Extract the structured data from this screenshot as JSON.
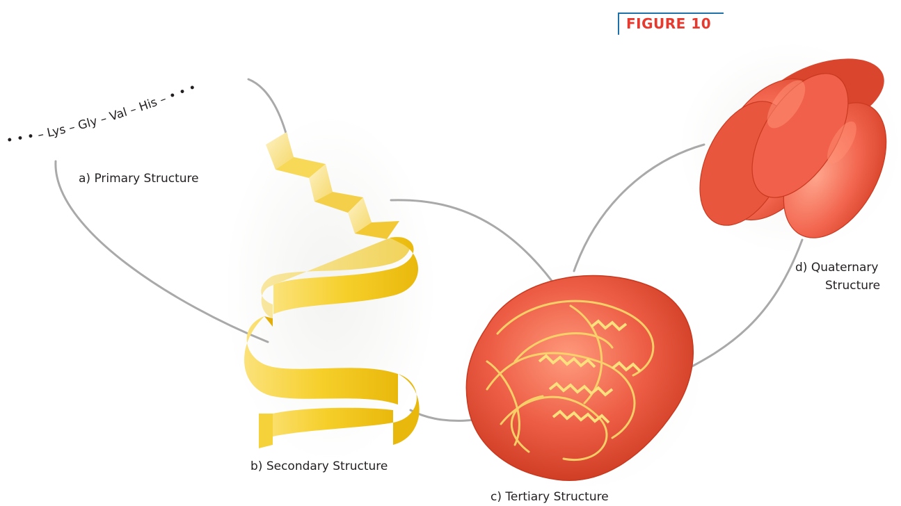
{
  "figure": {
    "label": "FIGURE 10",
    "label_color": "#e8392e",
    "rule_color": "#1f6fa8"
  },
  "primary": {
    "sequence": "• • • – Lys – Gly – Val – His – • • •",
    "caption": "a) Primary Structure"
  },
  "secondary": {
    "caption": "b) Secondary Structure",
    "color": "#f2c418"
  },
  "tertiary": {
    "caption": "c) Tertiary Structure",
    "color": "#e8513c"
  },
  "quaternary": {
    "caption_line1": "d) Quaternary",
    "caption_line2": "Structure",
    "color": "#f0604a"
  },
  "connector_color": "#a9a9a9"
}
